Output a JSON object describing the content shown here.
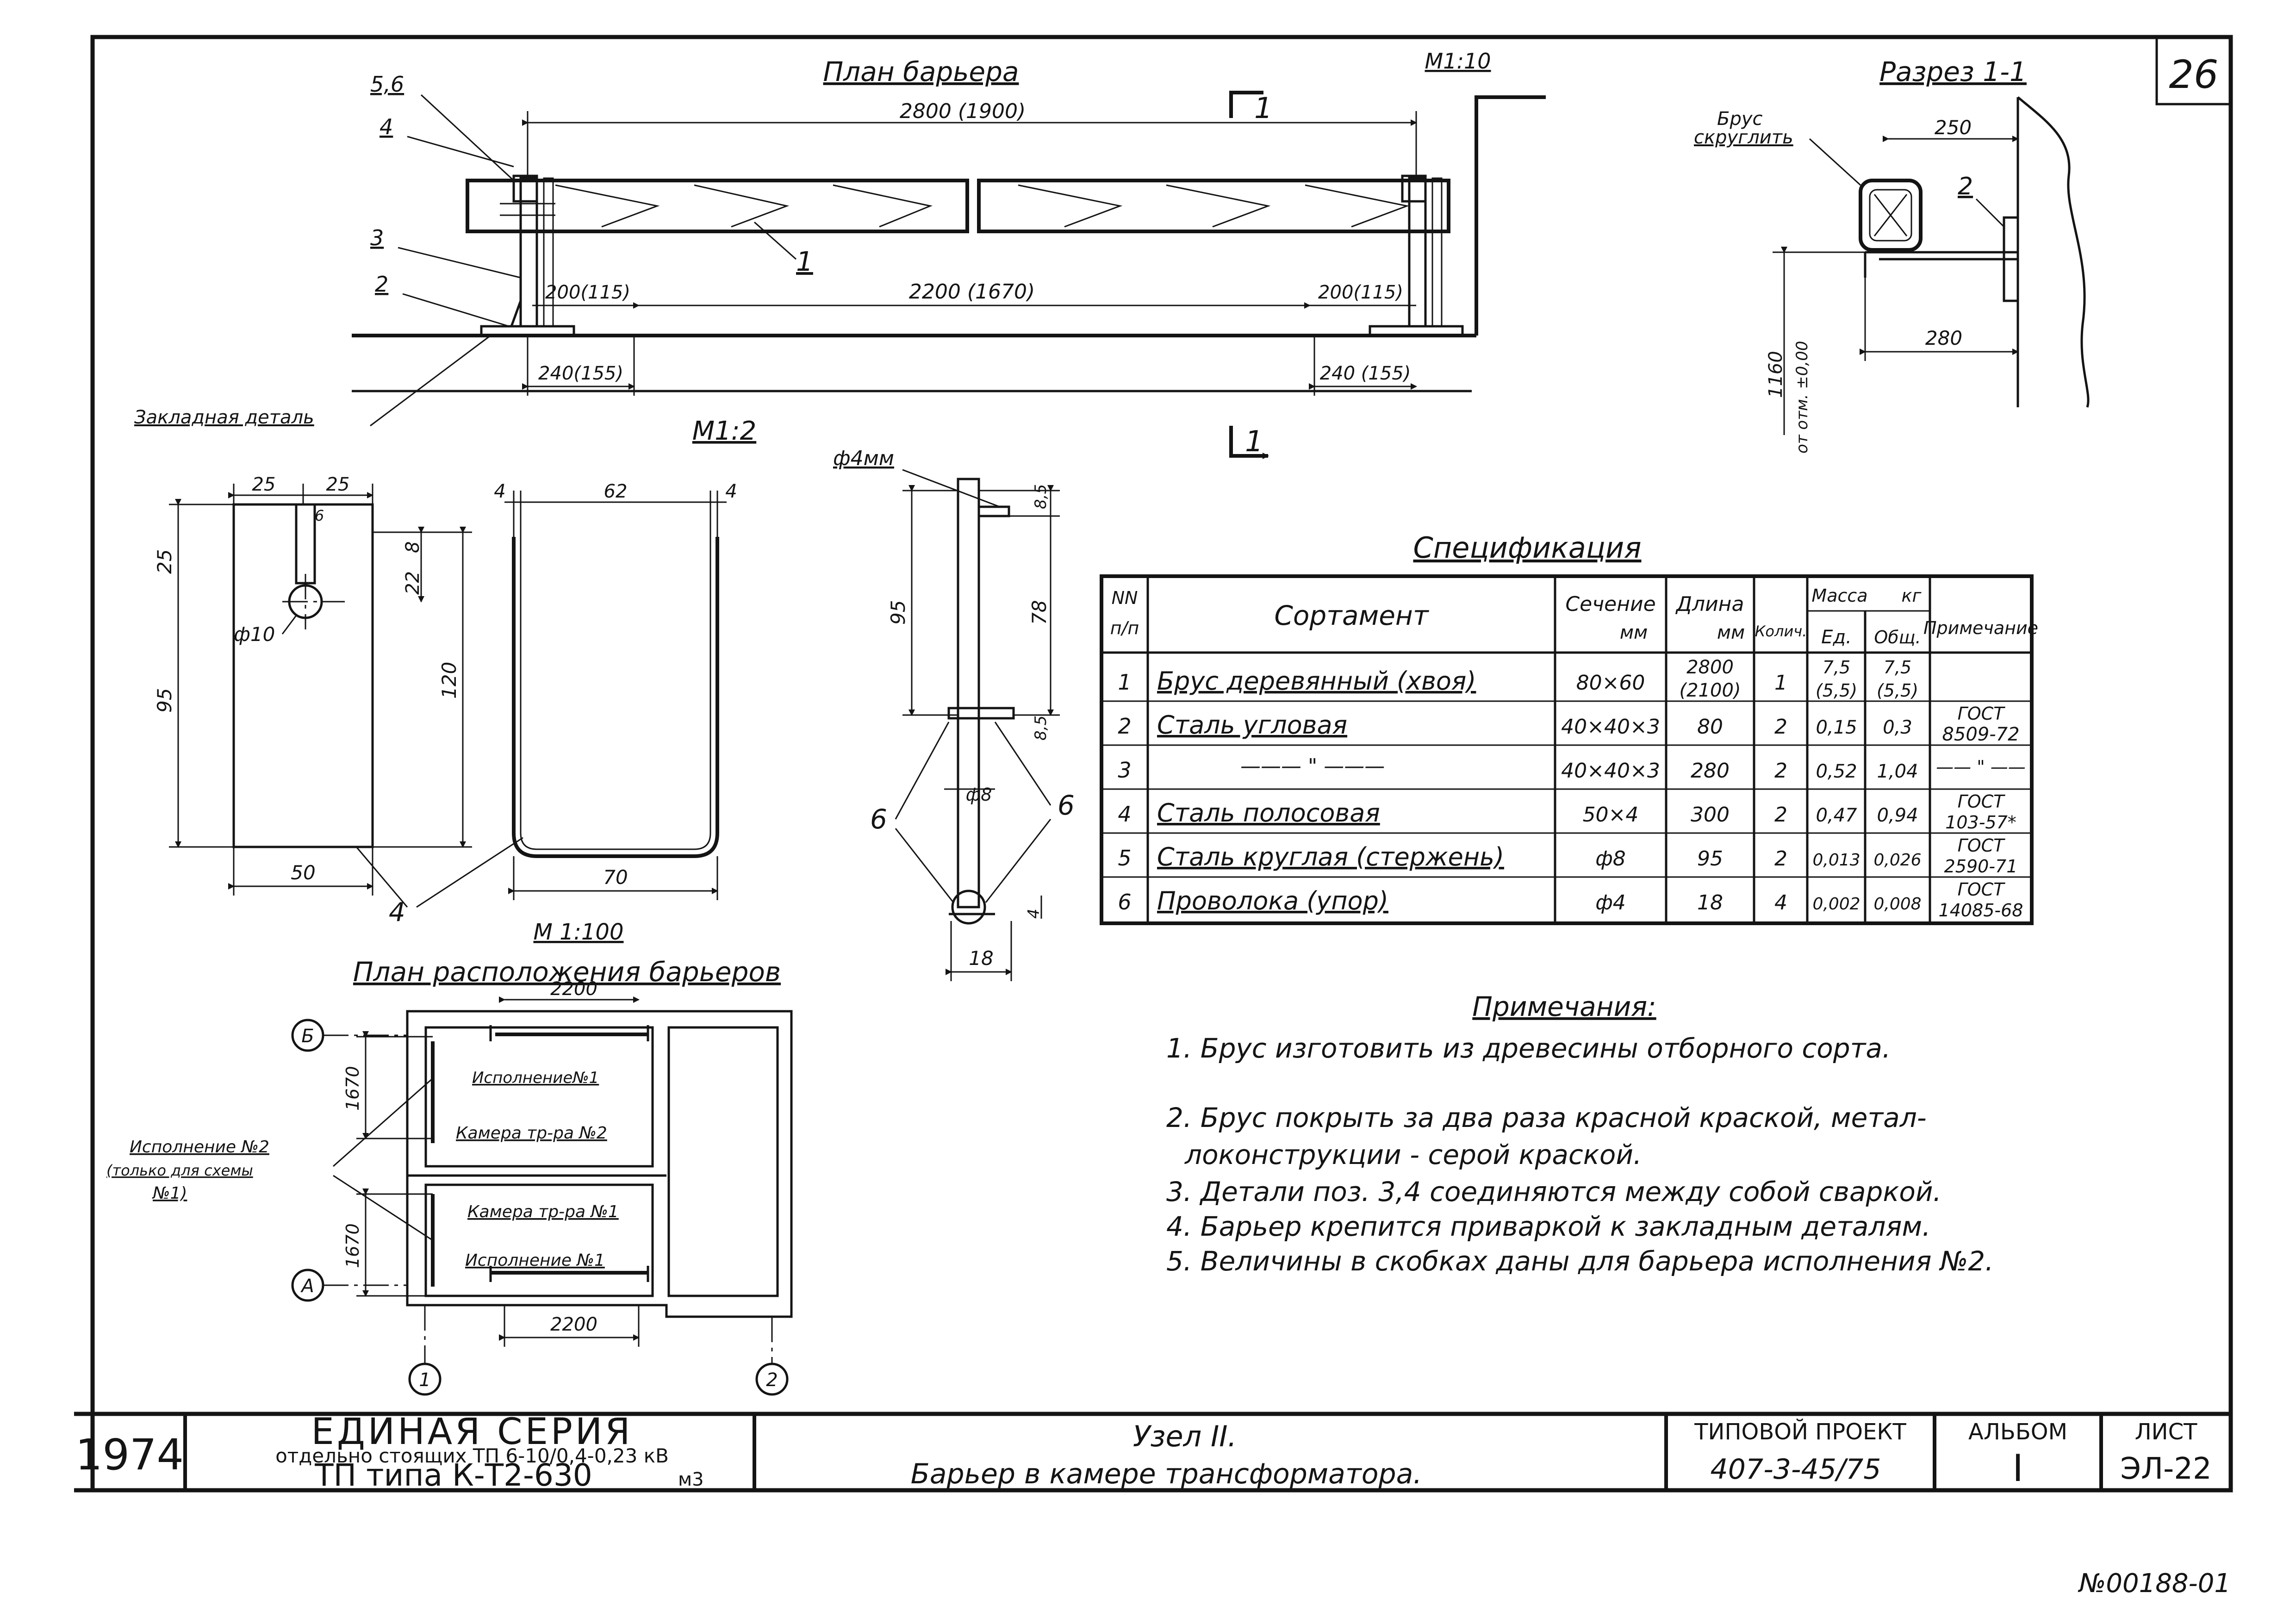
{
  "sheet_number": "26",
  "top_view": {
    "title": "План барьера",
    "scale": "М1:10",
    "section_mark": "1",
    "callouts": [
      "5,6",
      "4",
      "3",
      "2",
      "1"
    ],
    "dim_overall": "2800 (1900)",
    "dim_span": "2200 (1670)",
    "dim_left_offset": "200(115)",
    "dim_right_offset": "200(115)",
    "dim_left_base": "240(155)",
    "dim_right_base": "240 (155)",
    "embedded_label": "Закладная деталь"
  },
  "section_view": {
    "title": "Разрез 1-1",
    "note_line1": "Брус",
    "note_line2": "скруглить",
    "dim_top": "250",
    "dim_bottom": "280",
    "callout": "2",
    "elevation": "1160",
    "elevation_ref": "от отм. ±0,00"
  },
  "plate_detail": {
    "scale": "М1:2",
    "dim_a": "25",
    "dim_b": "25",
    "dim_c": "6",
    "dim_height": "95",
    "dim_top": "25",
    "dim_hole_v1": "22",
    "dim_hole_v2": "8",
    "hole_label": "ф10",
    "dim_width": "50",
    "callout": "4"
  },
  "u_detail": {
    "dim_left": "4",
    "dim_inner": "62",
    "dim_right": "4",
    "dim_height": "120",
    "dim_bottom": "70"
  },
  "rod_detail": {
    "wire_label": "ф4мм",
    "dim_top": "8,5",
    "dim_total": "95",
    "dim_mid": "78",
    "dim_bottom": "8,5",
    "dim_rod": "ф8",
    "callout_left": "6",
    "callout_right": "6",
    "dim_wire": "4",
    "dim_foot": "18"
  },
  "layout_plan": {
    "scale": "М 1:100",
    "title": "План расположения барьеров",
    "dim_top": "2200",
    "dim_bottom": "2200",
    "dim_v1": "1670",
    "dim_v2": "1670",
    "axis_b": "Б",
    "axis_a": "А",
    "axis_1": "1",
    "axis_2": "2",
    "label_isp1_top": "Исполнение№1",
    "label_cam2": "Камера тр-ра №2",
    "label_cam1": "Камера тр-ра №1",
    "label_isp1_bottom": "Исполнение №1",
    "label_isp2_l1": "Исполнение №2",
    "label_isp2_l2": "(только для схемы",
    "label_isp2_l3": "№1)"
  },
  "spec": {
    "title": "Спецификация",
    "head": {
      "nn1": "NN",
      "nn2": "п/п",
      "name": "Сортамент",
      "sec1": "Сечение",
      "sec2": "мм",
      "len1": "Длина",
      "len2": "мм",
      "qty": "Колич.",
      "mass": "Масса",
      "kg": "кг",
      "unit": "Ед.",
      "total": "Общ.",
      "note": "Примечание"
    },
    "rows": [
      {
        "n": "1",
        "name": "Брус деревянный (хвоя)",
        "sec": "80×60",
        "len1": "2800",
        "len2": "(2100)",
        "qty": "1",
        "unit1": "7,5",
        "unit2": "(5,5)",
        "total1": "7,5",
        "total2": "(5,5)",
        "note1": "",
        "note2": ""
      },
      {
        "n": "2",
        "name": "Сталь угловая",
        "sec": "40×40×3",
        "len1": "80",
        "len2": "",
        "qty": "2",
        "unit1": "0,15",
        "unit2": "",
        "total1": "0,3",
        "total2": "",
        "note1": "ГОСТ",
        "note2": "8509-72"
      },
      {
        "n": "3",
        "name": "——— \" ———",
        "sec": "40×40×3",
        "len1": "280",
        "len2": "",
        "qty": "2",
        "unit1": "0,52",
        "unit2": "",
        "total1": "1,04",
        "total2": "",
        "note1": "—— \" ——",
        "note2": ""
      },
      {
        "n": "4",
        "name": "Сталь полосовая",
        "sec": "50×4",
        "len1": "300",
        "len2": "",
        "qty": "2",
        "unit1": "0,47",
        "unit2": "",
        "total1": "0,94",
        "total2": "",
        "note1": "ГОСТ",
        "note2": "103-57*"
      },
      {
        "n": "5",
        "name": "Сталь круглая (стержень)",
        "sec": "ф8",
        "len1": "95",
        "len2": "",
        "qty": "2",
        "unit1": "0,013",
        "unit2": "",
        "total1": "0,026",
        "total2": "",
        "note1": "ГОСТ",
        "note2": "2590-71"
      },
      {
        "n": "6",
        "name": "Проволока (упор)",
        "sec": "ф4",
        "len1": "18",
        "len2": "",
        "qty": "4",
        "unit1": "0,002",
        "unit2": "",
        "total1": "0,008",
        "total2": "",
        "note1": "ГОСТ",
        "note2": "14085-68"
      }
    ]
  },
  "notes": {
    "title": "Примечания:",
    "lines": [
      "1. Брус изготовить из древесины отборного сорта.",
      "2. Брус покрыть за два раза красной краской, метал-",
      "локонструкции - серой краской.",
      "3. Детали поз. 3,4 соединяются между собой сваркой.",
      "4. Барьер крепится приваркой к закладным деталям.",
      "5. Величины в скобках даны для барьера исполнения №2."
    ]
  },
  "title_block": {
    "year": "1974",
    "series_title": "ЕДИНАЯ СЕРИЯ",
    "series_sub": "отдельно стоящих ТП 6-10/0,4-0,23 кВ",
    "tp_type": "ТП типа К-Т2-630",
    "tp_suffix": "м3",
    "node": "Узел II.",
    "desc": "Барьер в камере трансформатора.",
    "proj_label": "ТИПОВОЙ ПРОЕКТ",
    "proj_no": "407-3-45/75",
    "album_label": "АЛЬБОМ",
    "album_no": "I",
    "sheet_label": "ЛИСТ",
    "sheet_no": "ЭЛ-22",
    "bottom_code": "№00188-01"
  }
}
